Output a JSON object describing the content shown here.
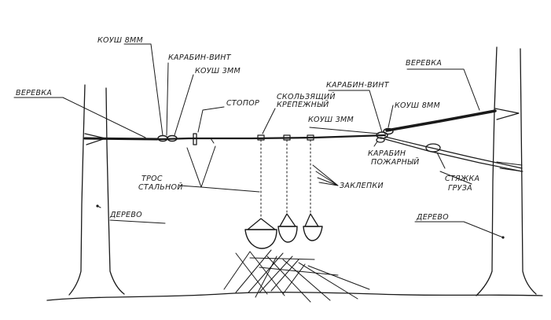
{
  "labels": {
    "kaush_8mm_top": "КОУШ 8ММ",
    "karabin_vint_left": "КАРАБИН-ВИНТ",
    "kaush_3mm_left": "КОУШ 3ММ",
    "verevka_left": "ВЕРЕВКА",
    "stopor": "СТОПОР",
    "skolzyashchiy_line1": "СКОЛЬЗЯЩИЙ",
    "skolzyashchiy_line2": "КРЕПЕЖНЫЙ",
    "karabin_vint_right": "КАРАБИН-ВИНТ",
    "verevka_right": "ВЕРЕВКА",
    "kaush_3mm_mid": "КОУШ 3ММ",
    "kaush_8mm_right": "КОУШ 8ММ",
    "karabin_line1": "КАРАБИН",
    "karabin_line2": "ПОЖАРНЫЙ",
    "tros_line1": "ТРОС",
    "tros_line2": "СТАЛЬНОЙ",
    "zaklepki": "ЗАКЛЕПКИ",
    "derevo_left": "ДЕРЕВО",
    "derevo_right": "ДЕРЕВО",
    "styazhka_line1": "СТЯЖКА",
    "styazhka_line2": "ГРУЗА"
  },
  "colors": {
    "ink": "#1a1a1a",
    "paper": "#ffffff"
  }
}
